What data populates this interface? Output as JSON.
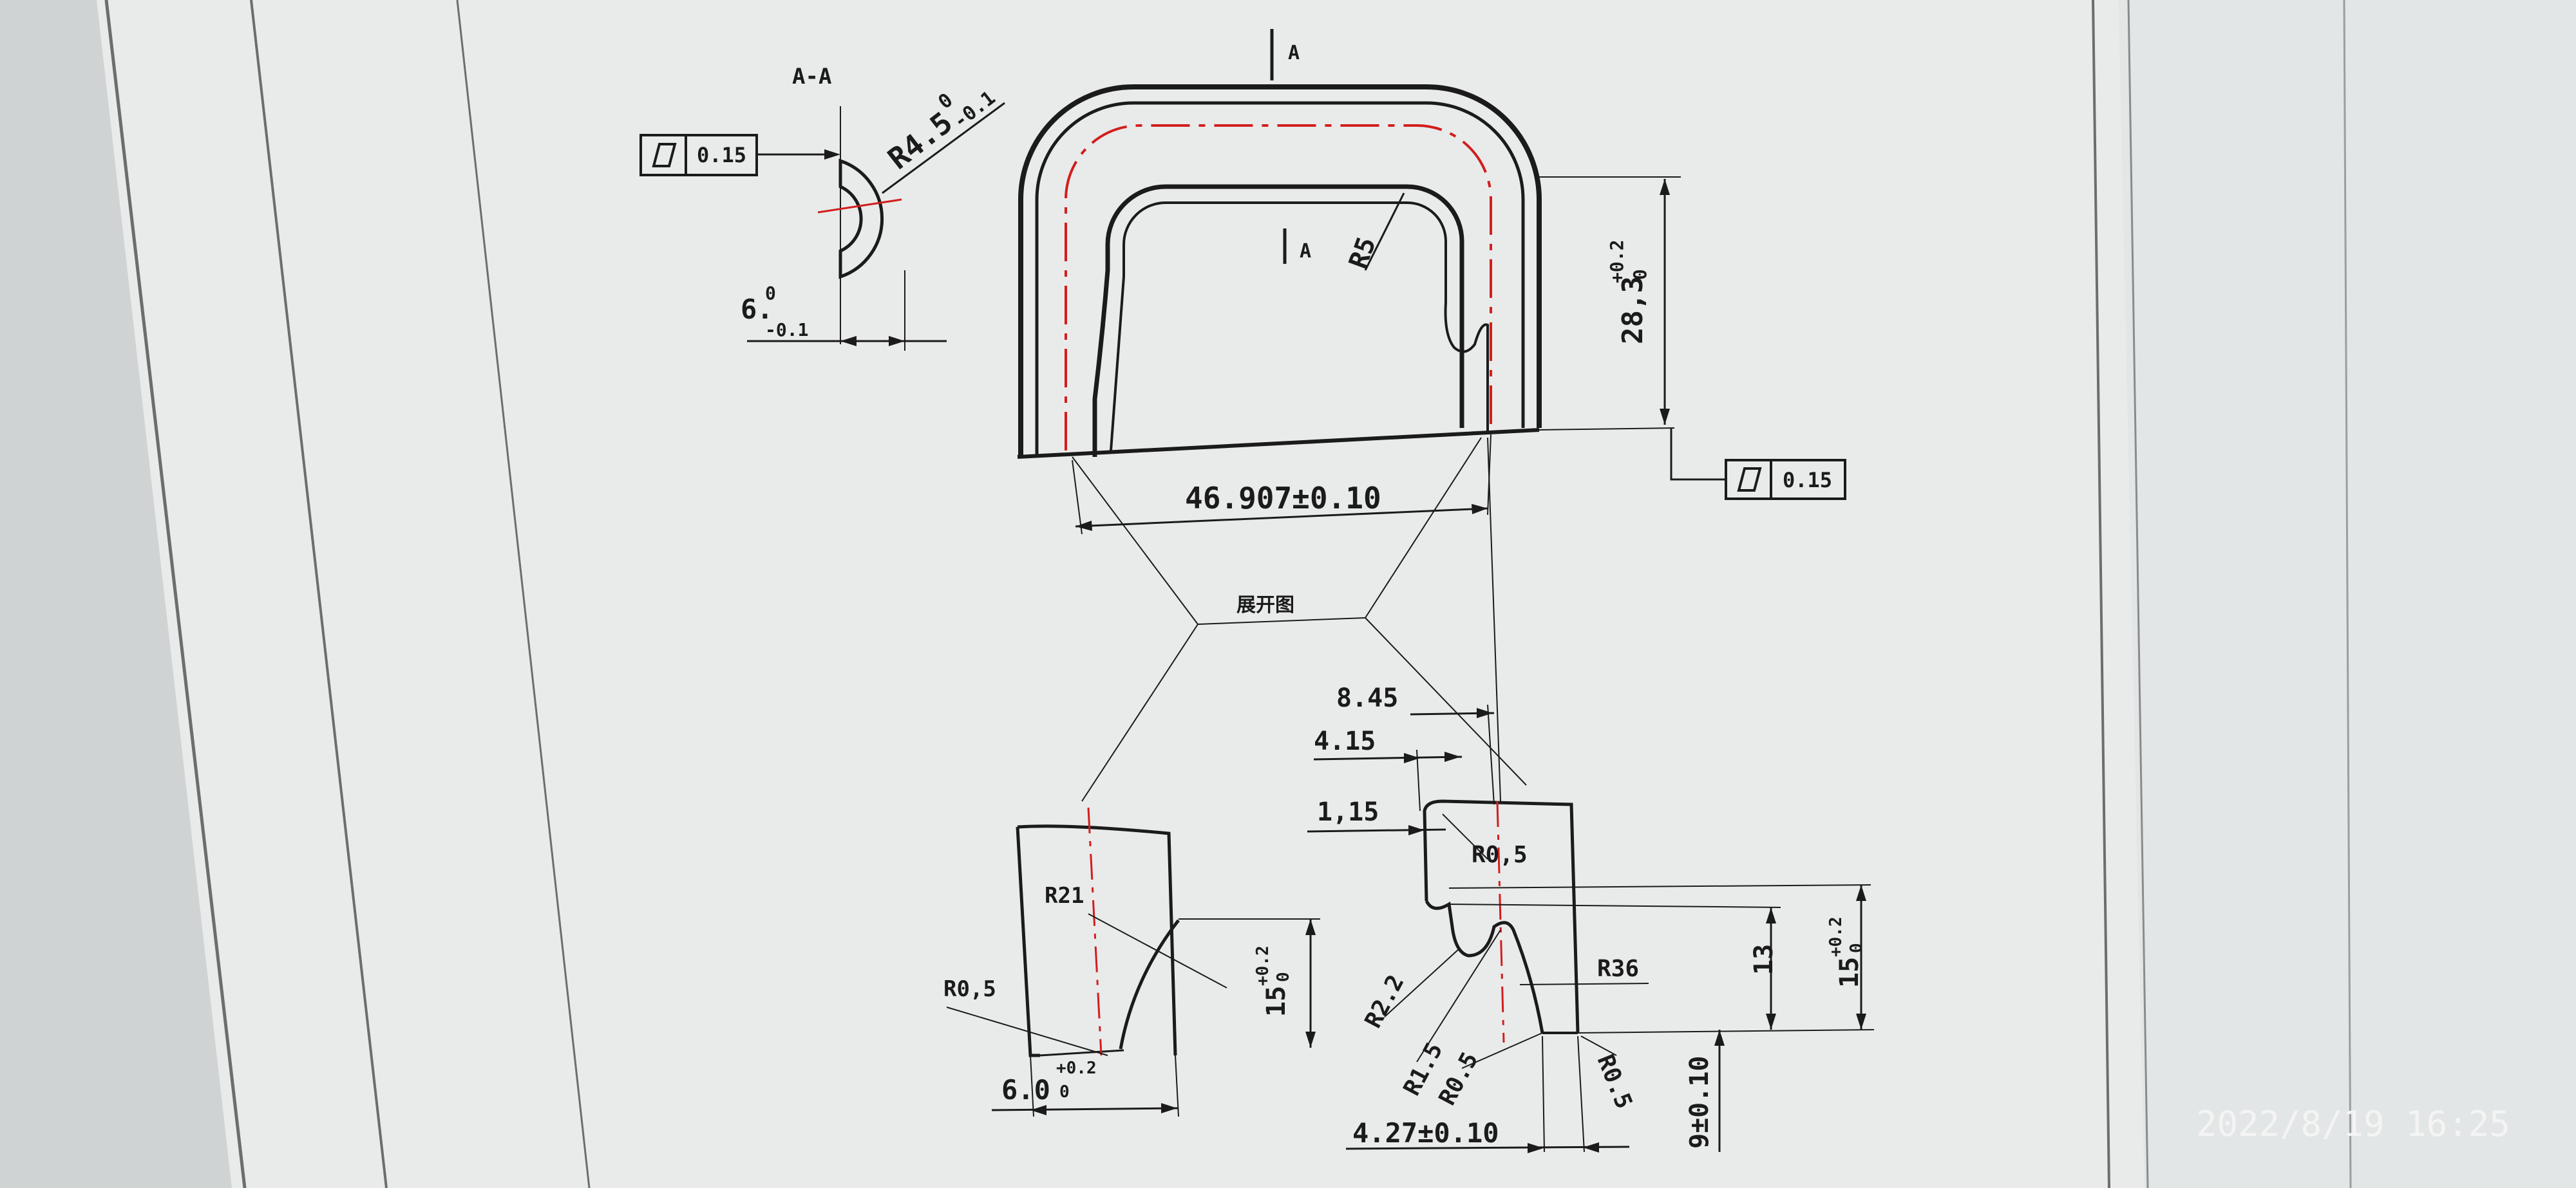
{
  "colors": {
    "paper": "#e9ebea",
    "ink": "#1b1b1b",
    "centerline": "#d11e1e",
    "timestamp": "#f4f4f4"
  },
  "section_view": {
    "label": "A-A",
    "flatness_symbol": "flatness-parallelogram-icon",
    "flatness_value": "0.15",
    "radius": "R4.5",
    "radius_tol_upper": "0",
    "radius_tol_lower": "-0.1",
    "width": "6.",
    "width_tol_upper": "0",
    "width_tol_lower": "-0.1"
  },
  "top_view": {
    "section_marker": "A",
    "section_marker_inner": "A",
    "inner_radius": "R5",
    "height": "28,3",
    "height_tol_upper": "+0.2",
    "height_tol_lower": "0",
    "flatness_value": "0.15",
    "span": "46.907±0.10"
  },
  "flat_pattern": {
    "label": "展开图",
    "d1": "8.45",
    "d2": "4.15",
    "d3": "1,15",
    "r_top": "R0,5",
    "r21": "R21",
    "r05_left": "R0,5",
    "h15_left": "15",
    "h15_left_tol_upper": "+0.2",
    "h15_left_tol_lower": "0",
    "w6": "6.0",
    "w6_tol_upper": "+0.2",
    "w6_tol_lower": "0",
    "r22": "R2.2",
    "r15": "R1.5",
    "r05_a": "R0.5",
    "r05_b": "R0.5",
    "r36": "R36",
    "h13": "13",
    "h15_right": "15",
    "h15_right_tol_upper": "+0.2",
    "h15_right_tol_lower": "0",
    "w427": "4.27±0.10",
    "h9": "9±0.10"
  },
  "photo": {
    "timestamp": "2022/8/19 16:25"
  }
}
